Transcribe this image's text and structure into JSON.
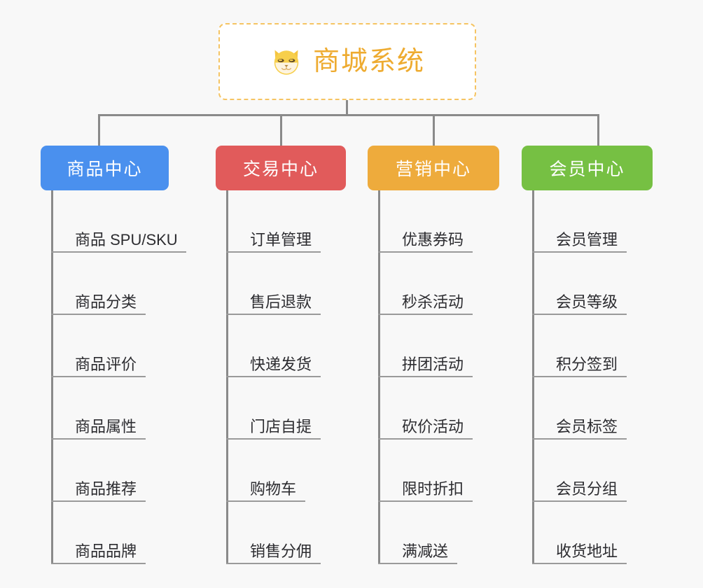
{
  "background_color": "#f8f8f8",
  "connector_color": "#8a8a8a",
  "root": {
    "title": "商城系统",
    "icon": "shiba-inu-face-icon",
    "text_color": "#eeab30",
    "border_color": "#f5c463",
    "background_color": "#ffffff"
  },
  "branches": [
    {
      "label": "商品中心",
      "color": "#4a90ee",
      "items": [
        "商品 SPU/SKU",
        "商品分类",
        "商品评价",
        "商品属性",
        "商品推荐",
        "商品品牌"
      ]
    },
    {
      "label": "交易中心",
      "color": "#e15b5b",
      "items": [
        "订单管理",
        "售后退款",
        "快递发货",
        "门店自提",
        "购物车",
        "销售分佣"
      ]
    },
    {
      "label": "营销中心",
      "color": "#eeab3c",
      "items": [
        "优惠券码",
        "秒杀活动",
        "拼团活动",
        "砍价活动",
        "限时折扣",
        "满减送"
      ]
    },
    {
      "label": "会员中心",
      "color": "#76c043",
      "items": [
        "会员管理",
        "会员等级",
        "积分签到",
        "会员标签",
        "会员分组",
        "收货地址"
      ]
    }
  ]
}
